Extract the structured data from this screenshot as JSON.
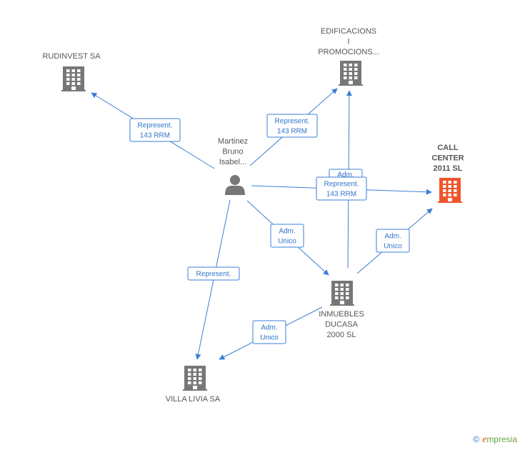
{
  "nodes": [
    {
      "id": "rudinvest",
      "type": "company",
      "lines": [
        "RUDINVEST SA"
      ],
      "color": "#777777"
    },
    {
      "id": "edificacions",
      "type": "company",
      "lines": [
        "EDIFICACIONS",
        "I",
        "PROMOCIONS..."
      ],
      "color": "#777777"
    },
    {
      "id": "callcenter",
      "type": "company",
      "lines": [
        "CALL",
        "CENTER",
        "2011 SL"
      ],
      "color": "#f0542b",
      "highlight": true
    },
    {
      "id": "martinez",
      "type": "person",
      "lines": [
        "Martinez",
        "Bruno",
        "Isabel..."
      ],
      "color": "#777777"
    },
    {
      "id": "inmuebles",
      "type": "company",
      "lines": [
        "INMUEBLES",
        "DUCASA",
        "2000 SL"
      ],
      "color": "#777777"
    },
    {
      "id": "villalivia",
      "type": "company",
      "lines": [
        "VILLA LIVIA SA"
      ],
      "color": "#777777"
    }
  ],
  "edges": [
    {
      "id": "e1",
      "from": "martinez",
      "to": "rudinvest",
      "label": [
        "Represent.",
        "143 RRM"
      ]
    },
    {
      "id": "e2",
      "from": "martinez",
      "to": "edificacions",
      "label": [
        "Represent.",
        "143 RRM"
      ]
    },
    {
      "id": "e3",
      "from": "inmuebles",
      "to": "edificacions",
      "label": [
        "Adm."
      ]
    },
    {
      "id": "e4",
      "from": "martinez",
      "to": "callcenter",
      "label": [
        "Represent.",
        "143 RRM"
      ]
    },
    {
      "id": "e5",
      "from": "martinez",
      "to": "inmuebles",
      "label": [
        "Adm.",
        "Unico"
      ]
    },
    {
      "id": "e6",
      "from": "inmuebles",
      "to": "callcenter",
      "label": [
        "Adm.",
        "Unico"
      ]
    },
    {
      "id": "e7",
      "from": "martinez",
      "to": "villalivia",
      "label": [
        "Represent."
      ]
    },
    {
      "id": "e8",
      "from": "inmuebles",
      "to": "villalivia",
      "label": [
        "Adm.",
        "Unico"
      ]
    }
  ],
  "footer": {
    "copyright": "©",
    "brand_first": "e",
    "brand_rest": "mpresia"
  }
}
